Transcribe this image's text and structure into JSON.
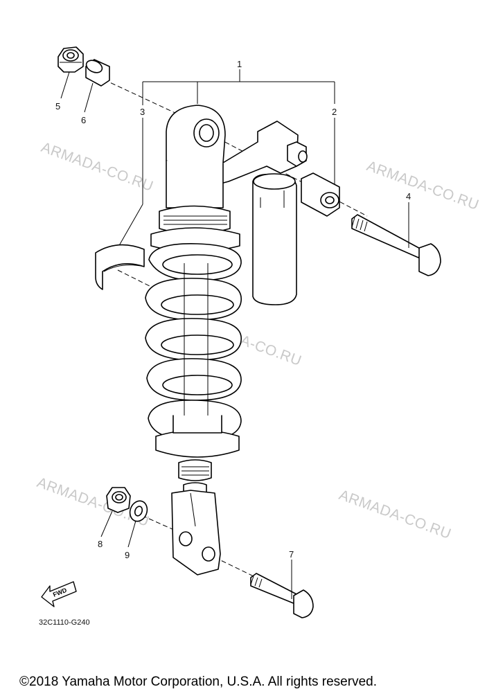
{
  "watermarks": [
    "ARMADA-CO.RU",
    "ARMADA-CO.RU",
    "ARMADA-CO.RU",
    "ARMADA-CO.RU",
    "ARMADA-CO.RU"
  ],
  "callouts": [
    "1",
    "2",
    "3",
    "4",
    "5",
    "6",
    "7",
    "8",
    "9"
  ],
  "fwd_label": "FWD",
  "diagram_code": "32C1110-G240",
  "copyright": "©2018 Yamaha Motor Corporation, U.S.A. All rights reserved."
}
